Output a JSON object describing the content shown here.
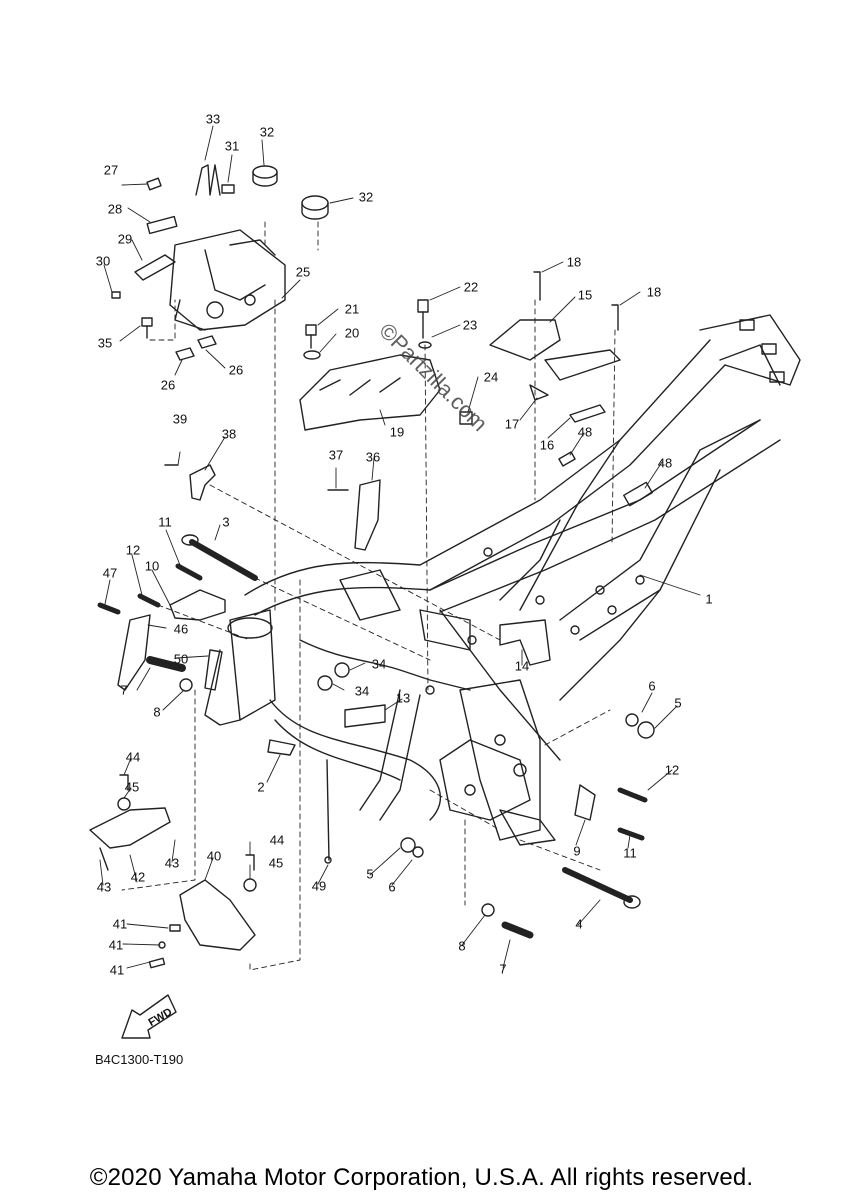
{
  "diagram": {
    "watermark": "©Partzilla.com",
    "fwd_label": "FWD",
    "code": "B4C1300-T190",
    "copyright": "©2020 Yamaha Motor Corporation, U.S.A. All rights reserved.",
    "labels": {
      "p33": "33",
      "p32a": "32",
      "p31": "31",
      "p27": "27",
      "p32b": "32",
      "p28": "28",
      "p29": "29",
      "p30": "30",
      "p25": "25",
      "p35": "35",
      "p26a": "26",
      "p26b": "26",
      "p22": "22",
      "p21": "21",
      "p23": "23",
      "p20": "20",
      "p24": "24",
      "p19": "19",
      "p18a": "18",
      "p15": "15",
      "p18b": "18",
      "p17": "17",
      "p16": "16",
      "p48a": "48",
      "p48b": "48",
      "p39": "39",
      "p38": "38",
      "p37": "37",
      "p36": "36",
      "p11a": "11",
      "p3": "3",
      "p1": "1",
      "p12a": "12",
      "p10": "10",
      "p47": "47",
      "p46": "46",
      "p50": "50",
      "p7a": "7",
      "p8a": "8",
      "p34a": "34",
      "p34b": "34",
      "p14": "14",
      "p13": "13",
      "p6a": "6",
      "p5a": "5",
      "p2": "2",
      "p12b": "12",
      "p44a": "44",
      "p45a": "45",
      "p9": "9",
      "p11b": "11",
      "p43a": "43",
      "p43b": "43",
      "p42": "42",
      "p40": "40",
      "p44b": "44",
      "p45b": "45",
      "p5b": "5",
      "p6b": "6",
      "p49": "49",
      "p41a": "41",
      "p41b": "41",
      "p41c": "41",
      "p4": "4",
      "p8b": "8",
      "p7b": "7"
    }
  }
}
